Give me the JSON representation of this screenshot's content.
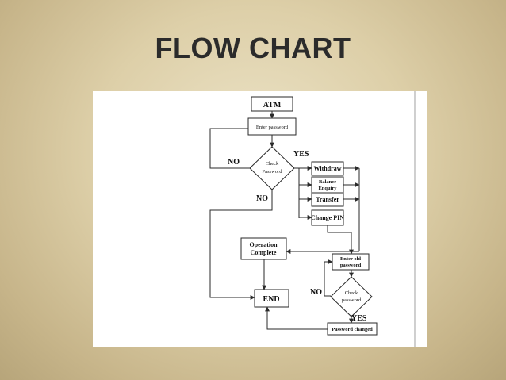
{
  "slide": {
    "title": "FLOW CHART"
  },
  "flowchart": {
    "nodes": {
      "atm": "ATM",
      "enter_password": "Enter password",
      "check_password_line1": "Check",
      "check_password_line2": "Password",
      "withdraw": "Withdraw",
      "balance_enquiry_line1": "Balance",
      "balance_enquiry_line2": "Enquiry",
      "transfer": "Transfer",
      "change_pin": "Change PIN",
      "operation_complete_line1": "Operation",
      "operation_complete_line2": "Complete",
      "end": "END",
      "enter_old_password_line1": "Enter old",
      "enter_old_password_line2": "password",
      "check_new_password_line1": "Check",
      "check_new_password_line2": "password",
      "password_changed": "Password changed"
    },
    "edge_labels": {
      "no_retry": "NO",
      "yes_main": "YES",
      "no_main": "NO",
      "no_old": "NO",
      "yes_old": "YES"
    }
  }
}
